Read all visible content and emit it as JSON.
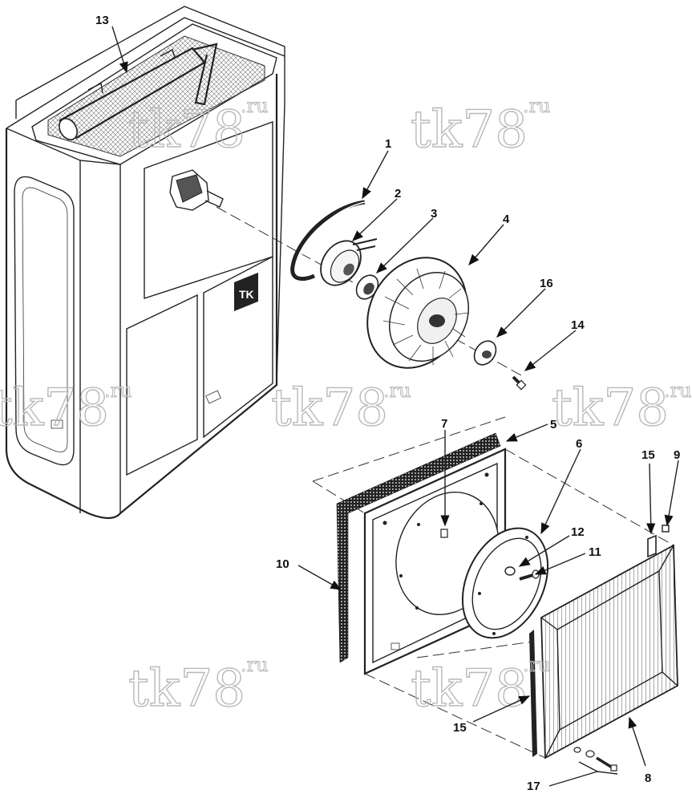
{
  "watermark": {
    "main": "tk78",
    "sup": ".ru"
  },
  "callouts": {
    "c1": "1",
    "c2": "2",
    "c3": "3",
    "c4": "4",
    "c5": "5",
    "c6": "6",
    "c7": "7",
    "c8": "8",
    "c9": "9",
    "c10": "10",
    "c11": "11",
    "c12": "12",
    "c13": "13",
    "c14": "14",
    "c15a": "15",
    "c15b": "15",
    "c16": "16",
    "c17": "17"
  },
  "logo": "TK"
}
